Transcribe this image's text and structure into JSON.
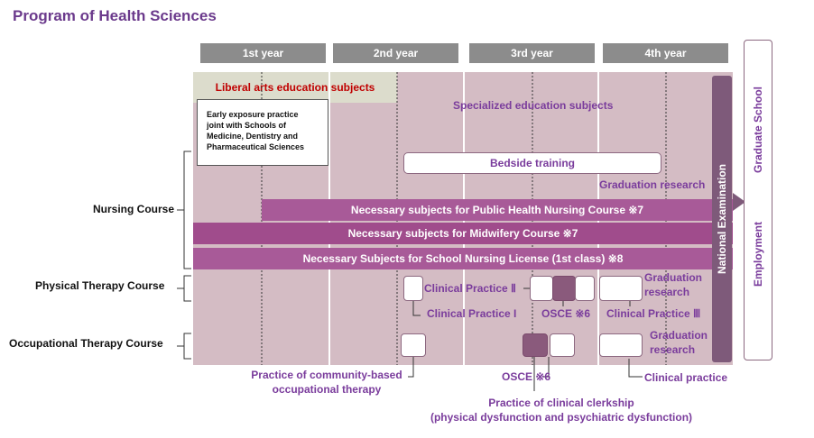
{
  "title": "Program of Health Sciences",
  "years": [
    "1st year",
    "2nd year",
    "3rd year",
    "4th year"
  ],
  "liberal_arts": "Liberal arts education subjects",
  "specialized": "Specialized education subjects",
  "early_exposure": "Early exposure practice\n joint with Schools of\nMedicine, Dentistry and\nPharmaceutical Sciences",
  "bedside": "Bedside training",
  "graduation_research": "Graduation research",
  "bars": {
    "public_health": "Necessary subjects for  Public Health Nursing Course  ※7",
    "midwifery": "Necessary subjects for  Midwifery Course  ※7",
    "school_nursing": "Necessary Subjects for School Nursing License  (1st class)  ※8"
  },
  "courses": {
    "nursing": "Nursing Course",
    "physical_therapy": "Physical Therapy Course",
    "occupational_therapy": "Occupational Therapy Course"
  },
  "pt": {
    "clinical_practice_2": "Clinical  Practice Ⅱ",
    "clinical_practice_1": "Clinical  Practice I",
    "osce": "OSCE ※6",
    "clinical_practice_3": "Clinical  Practice Ⅲ",
    "graduation_research": "Graduation\nresearch"
  },
  "ot": {
    "community": "Practice of community-based\noccupational therapy",
    "osce": "OSCE ※6",
    "clerkship": "Practice of clinical clerkship\n(physical dysfunction and psychiatric dysfunction)",
    "graduation_research": "Graduation\nresearch",
    "clinical_practice": "Clinical  practice"
  },
  "national_exam": "National Examination",
  "graduate_school": "Graduate School",
  "employment": "Employment"
}
